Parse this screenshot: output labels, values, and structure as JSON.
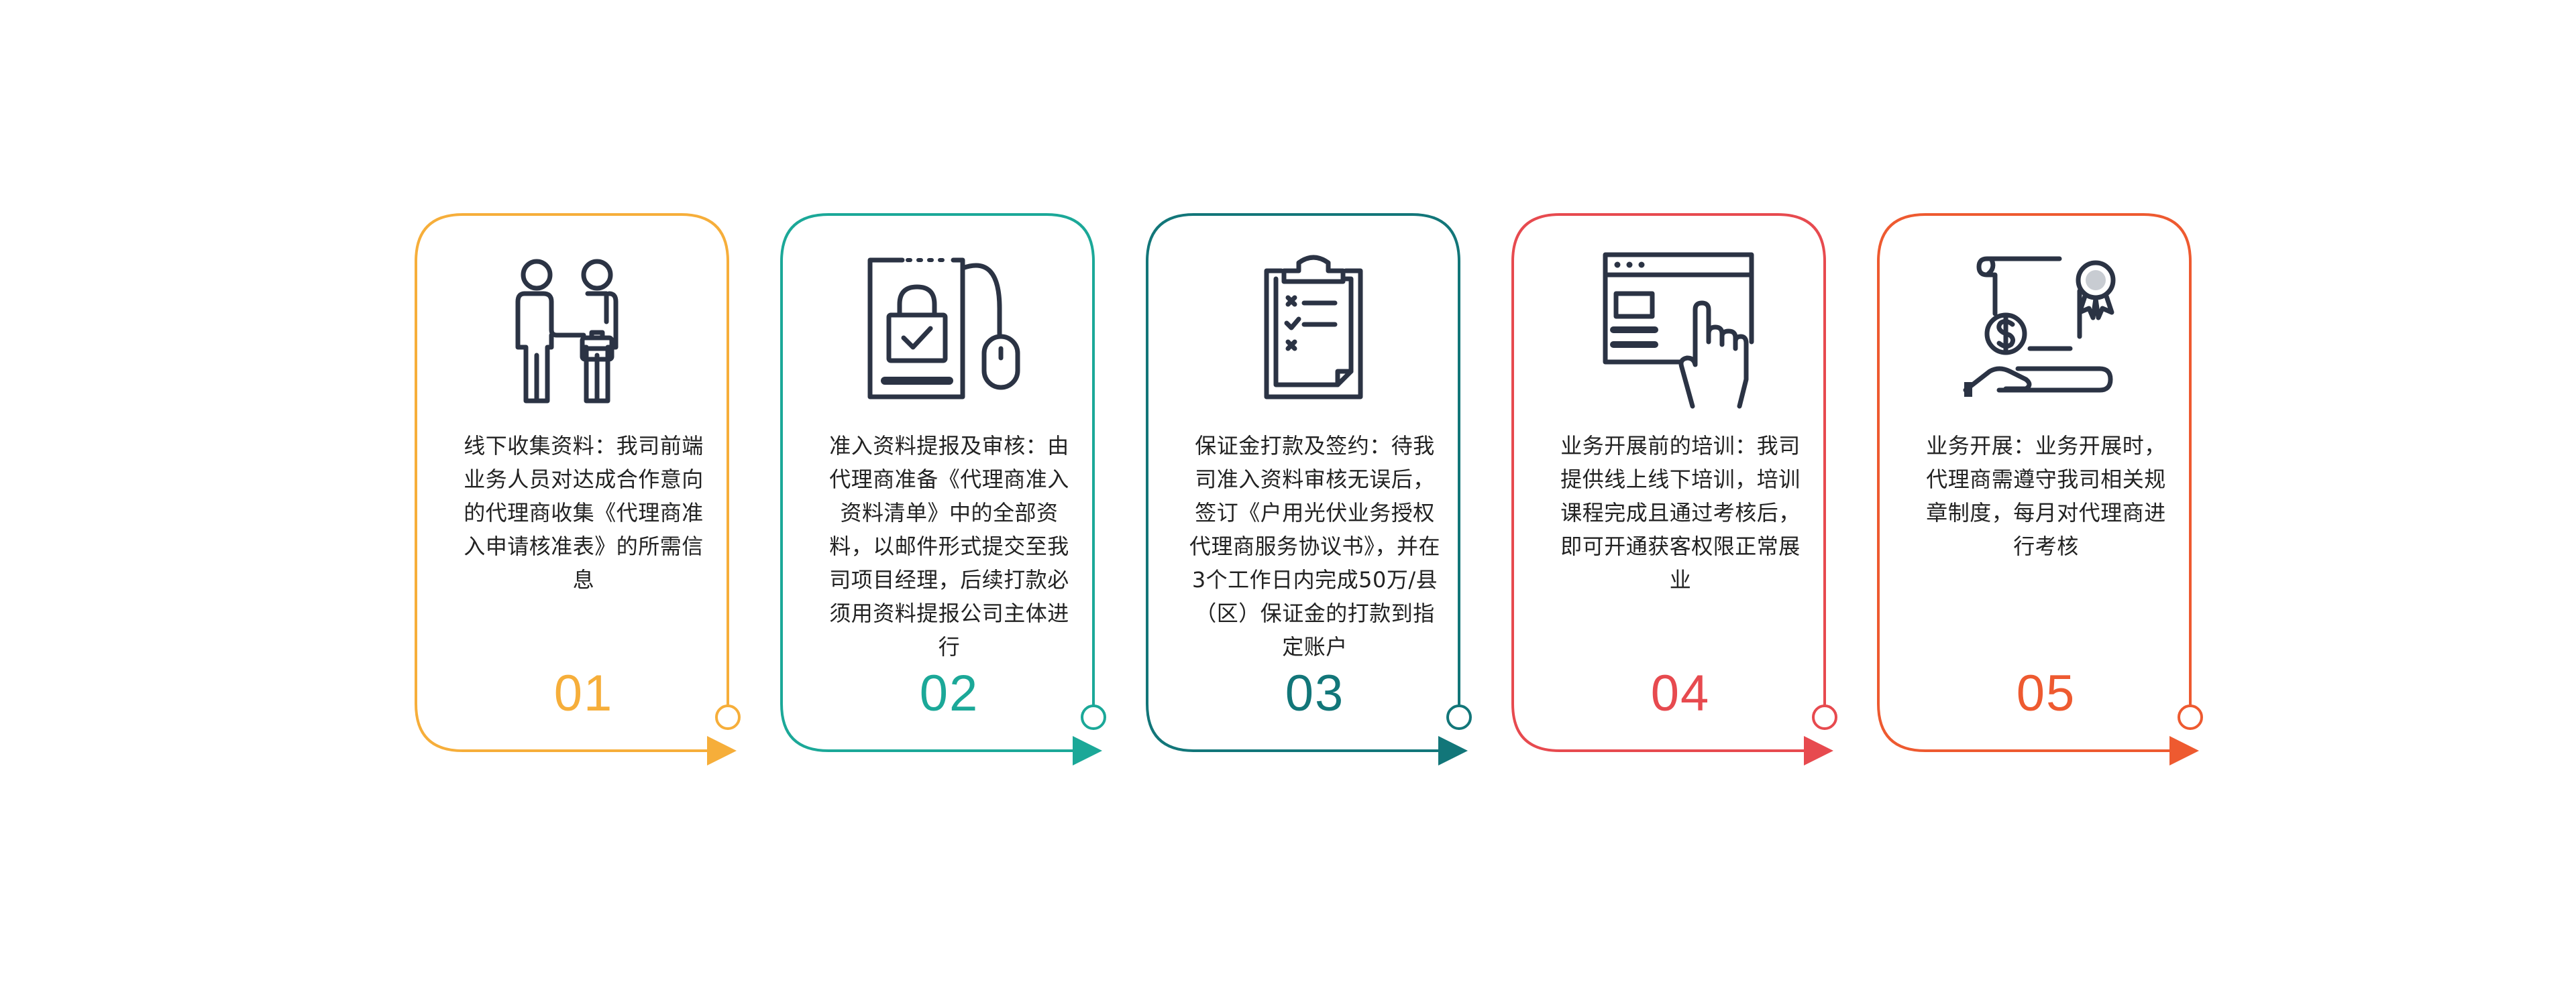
{
  "steps": [
    {
      "icon": "handshake-agents-icon",
      "text": "线下收集资料：我司前端业务人员对达成合作意向的代理商收集《代理商准入申请核准表》的所需信息",
      "number": "01",
      "color": "#F6AE3A"
    },
    {
      "icon": "locked-document-mouse-icon",
      "text": "准入资料提报及审核：由代理商准备《代理商准入资料清单》中的全部资料，以邮件形式提交至我司项目经理，后续打款必须用资料提报公司主体进行",
      "number": "02",
      "color": "#1BA898"
    },
    {
      "icon": "clipboard-checklist-icon",
      "text": "保证金打款及签约：待我司准入资料审核无误后，签订《户用光伏业务授权代理商服务协议书》，并在3个工作日内完成50万/县（区）保证金的打款到指定账户",
      "number": "03",
      "color": "#127679"
    },
    {
      "icon": "online-training-screen-icon",
      "text": "业务开展前的培训：我司提供线上线下培训，培训课程完成且通过考核后，即可开通获客权限正常展业",
      "number": "04",
      "color": "#E74A4F"
    },
    {
      "icon": "certificate-payment-icon",
      "text": "业务开展：业务开展时，代理商需遵守我司相关规章制度，每月对代理商进行考核",
      "number": "05",
      "color": "#EE5A30"
    }
  ],
  "icon_color": "#2B3344"
}
